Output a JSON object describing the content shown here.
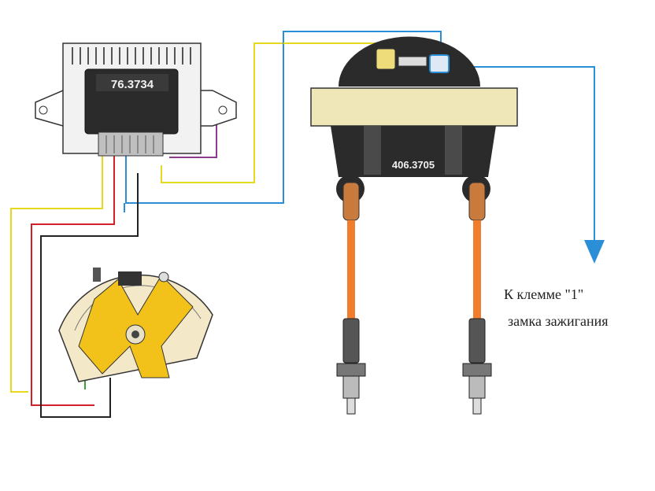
{
  "parts": {
    "commutator_code": "76.3734",
    "coil_code": "406.3705"
  },
  "annotation": {
    "line1": "К клемме \"1\"",
    "line2": "замка зажигания"
  },
  "colors": {
    "wire_yellow": "#e6d81e",
    "wire_blue": "#2a8fd6",
    "wire_red": "#d21f2a",
    "wire_black": "#222222",
    "wire_purple": "#8a3c8f",
    "wire_green": "#3aa33a",
    "hv_lead": "#ef7d2c",
    "rotor": "#f2c21a",
    "coil_band": "#efe7b8",
    "arrow": "#2a8fd6"
  }
}
